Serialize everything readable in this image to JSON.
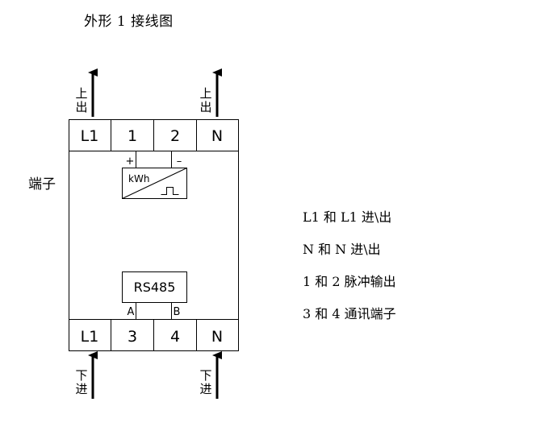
{
  "title": "外形 1 接线图",
  "side_label": "端子",
  "top_arrow_label": "上出",
  "bottom_arrow_label": "下进",
  "top_terminals": [
    "L1",
    "1",
    "2",
    "N"
  ],
  "bottom_terminals": [
    "L1",
    "3",
    "4",
    "N"
  ],
  "pulse": {
    "plus": "+",
    "minus": "–",
    "meter_label": "kWh"
  },
  "rs485": {
    "label": "RS485",
    "a": "A",
    "b": "B"
  },
  "legend": [
    "L1 和 L1 进\\出",
    "N 和 N 进\\出",
    "1 和 2  脉冲输出",
    "3 和 4 通讯端子"
  ]
}
